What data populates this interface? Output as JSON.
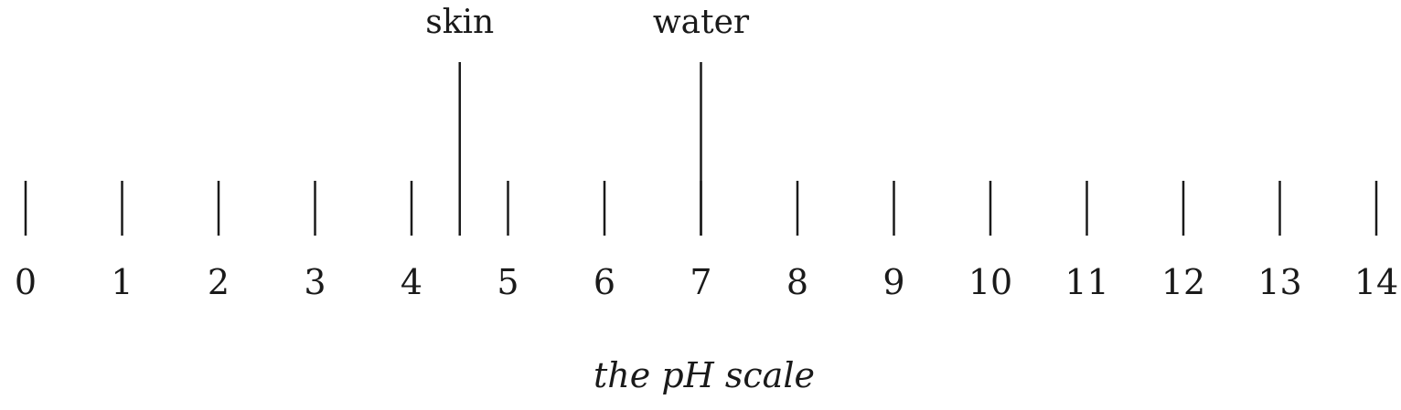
{
  "scale": {
    "min": 0,
    "max": 14,
    "ticks": [
      0,
      1,
      2,
      3,
      4,
      5,
      6,
      7,
      8,
      9,
      10,
      11,
      12,
      13,
      14
    ],
    "tick_labels": [
      "0",
      "1",
      "2",
      "3",
      "4",
      "5",
      "6",
      "7",
      "8",
      "9",
      "10",
      "11",
      "12",
      "13",
      "14"
    ]
  },
  "markers": [
    {
      "label": "skin",
      "value": 4.5
    },
    {
      "label": "water",
      "value": 7
    }
  ],
  "caption": "the pH scale",
  "colors": {
    "ink": "#1a1a1a",
    "background": "#ffffff"
  }
}
